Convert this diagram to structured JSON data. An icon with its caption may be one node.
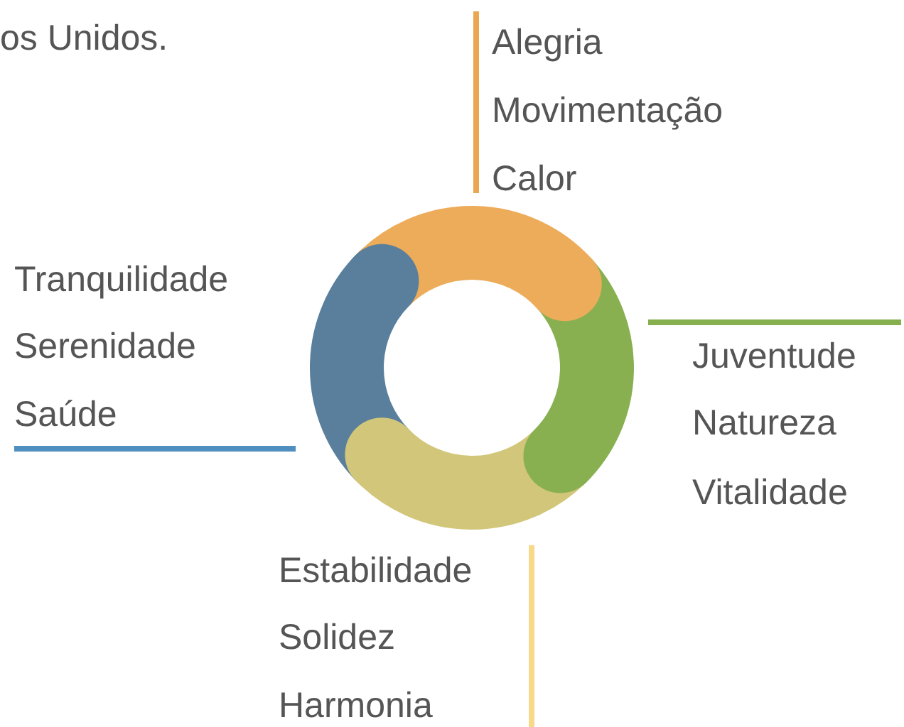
{
  "diagram": {
    "labels": [
      "os Unidos.",
      "Alegria",
      "Movimentação",
      "Calor",
      "Tranquilidade",
      "Serenidade",
      "Saúde",
      "Juventude",
      "Natureza",
      "Vitalidade",
      "Estabilidade",
      "Solidez",
      "Harmonia"
    ]
  }
}
